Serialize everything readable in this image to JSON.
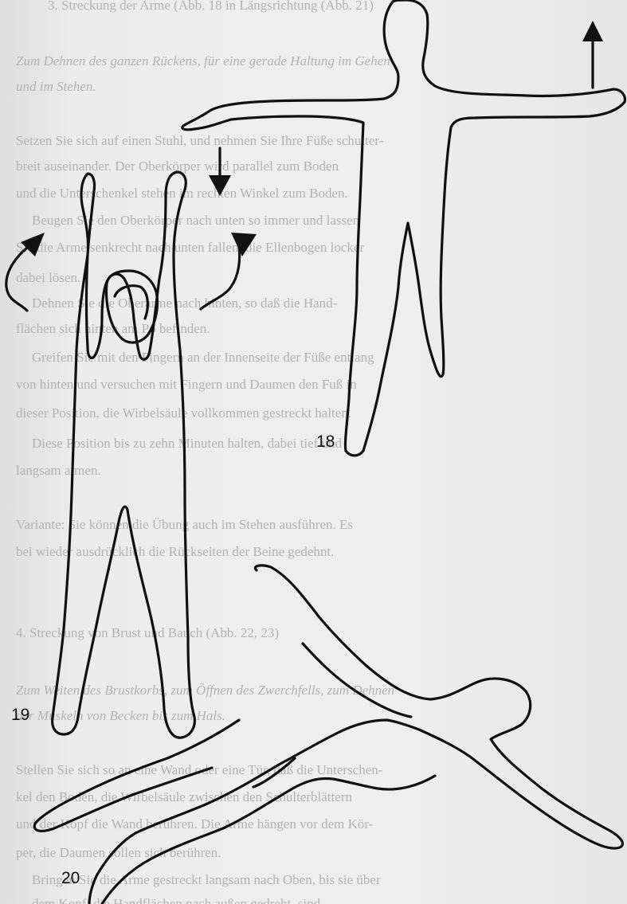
{
  "background_text": [
    "3. Streckung der Arme (Abb. 18 in Längsrichtung (Abb. 21)",
    "Zum Dehnen des ganzen Rückens, für eine gerade Haltung im Gehen",
    "und im Stehen.",
    "Setzen Sie sich auf einen Stuhl, und nehmen Sie Ihre Füße schulter-",
    "breit auseinander. Der Oberkörper wird parallel zum Boden",
    "und die Unterschenkel stehen im rechten Winkel zum Boden.",
    "Beugen Sie den Oberkörper nach unten so immer und lassen",
    "Sie die Arme senkrecht nach unten fallen, die Ellenbogen locker",
    "dabei lösen.",
    "Dehnen Sie die Oberarme nach hinten, so daß die Hand-",
    "flächen sich hinten am Po befinden.",
    "Greifen Sie mit den Fingern an der Innenseite der Füße entlang",
    "von hinten und versuchen mit Fingern und Daumen den Fuß in",
    "dieser Position, die Wirbelsäule vollkommen gestreckt halten.",
    "Diese Position bis zu zehn Minuten halten, dabei tief und",
    "langsam atmen.",
    "Variante: Sie können die Übung auch im Stehen ausführen. Es",
    "bei wieder ausdrücklich die Rückseiten der Beine gedehnt.",
    "4. Streckung von Brust und Bauch (Abb. 22, 23)",
    "Zum Weiten des Brustkorbs, zum Öffnen des Zwerchfells, zum Dehnen",
    "der Muskeln von Becken bis zum Hals.",
    "Stellen Sie sich so an eine Wand oder eine Tür, daß die Unterschen-",
    "kel den Boden, die Wirbelsäule zwischen den Schulterblättern",
    "und der Kopf die Wand berühren. Die Arme hängen vor dem Kör-",
    "per, die Daumen sollen sich berühren.",
    "Bringen Sie die Arme gestreckt langsam nach Oben, bis sie über",
    "dem Kopf, die Handflächen nach außen gedreht, sind."
  ],
  "figures": [
    {
      "label": "18",
      "description_icon": "standing-figure-arms-raised"
    },
    {
      "label": "19",
      "description_icon": "standing-figure-arms-up"
    },
    {
      "label": "20",
      "description_icon": "lying-figure-stretched"
    }
  ]
}
